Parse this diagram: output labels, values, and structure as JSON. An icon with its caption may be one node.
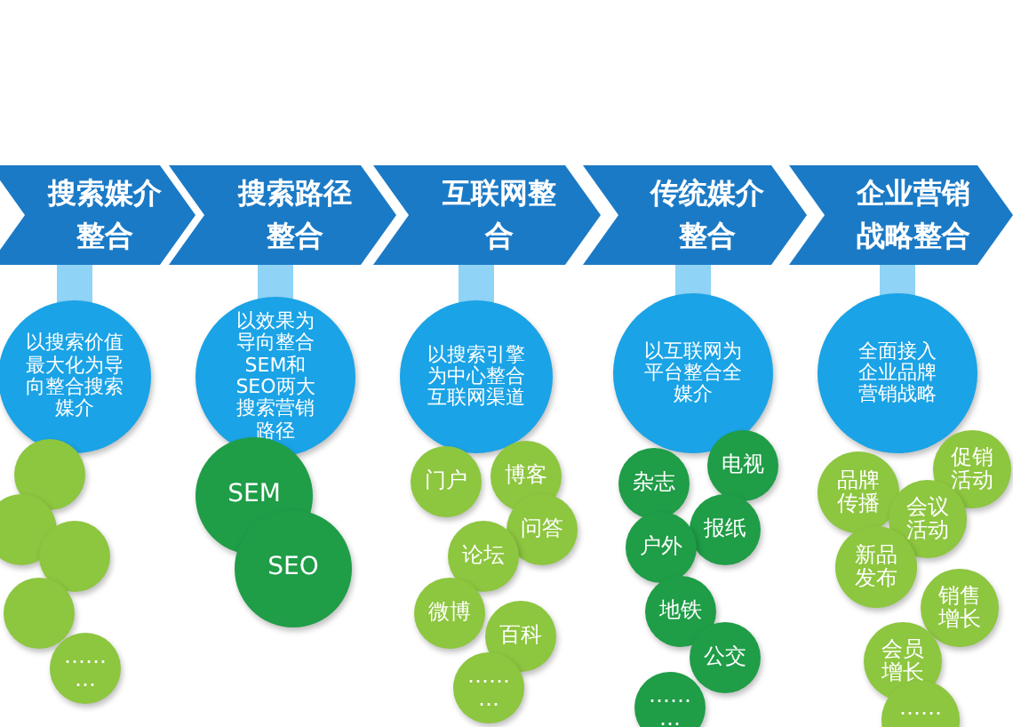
{
  "diagram": {
    "nodes": [
      {
        "text": [
          "搜索媒介整合"
        ]
      },
      {
        "text": [
          "以搜索价值最大化为导向整合搜索媒介"
        ]
      },
      {
        "text": [],
        "shape": "circle"
      },
      {
        "text": [],
        "shape": "circle"
      },
      {
        "text": [],
        "shape": "circle"
      },
      {
        "text": [],
        "shape": "circle"
      },
      {
        "text": [
          "………"
        ]
      },
      {
        "text": [
          "搜索路径整合"
        ]
      },
      {
        "text": [
          "以效果为导向整合SEM和SEO两大搜索营销路径"
        ]
      },
      {
        "text": [
          "SEM"
        ]
      },
      {
        "text": [
          "SEO"
        ]
      },
      {
        "text": [
          "互联网整合"
        ]
      },
      {
        "text": [
          "以搜索引擎为中心整合互联网渠道"
        ]
      },
      {
        "text": [
          "博客"
        ]
      },
      {
        "text": [
          "门户"
        ]
      },
      {
        "text": [
          "问答"
        ]
      },
      {
        "text": [
          "论坛"
        ]
      },
      {
        "text": [
          "微博"
        ]
      },
      {
        "text": [
          "百科"
        ]
      },
      {
        "text": [
          "………"
        ]
      },
      {
        "text": [
          "传统媒介整合"
        ]
      },
      {
        "text": [
          "以互联网为平台整合全媒介"
        ]
      },
      {
        "text": [
          "电视"
        ]
      },
      {
        "text": [
          "杂志"
        ]
      },
      {
        "text": [
          "报纸"
        ]
      },
      {
        "text": [
          "户外"
        ]
      },
      {
        "text": [
          "地铁"
        ]
      },
      {
        "text": [
          "公交"
        ]
      },
      {
        "text": [
          "………"
        ]
      },
      {
        "text": [
          "企业营销战略整合"
        ]
      },
      {
        "text": [
          "全面接入企业品牌营销战略"
        ]
      },
      {
        "text": [
          "促销活动"
        ]
      },
      {
        "text": [
          "品牌传播"
        ]
      },
      {
        "text": [
          "会议活动"
        ]
      },
      {
        "text": [
          "新品发布"
        ]
      },
      {
        "text": [
          "销售增长"
        ]
      },
      {
        "text": [
          "会员增长"
        ]
      },
      {
        "text": [
          "………"
        ]
      }
    ],
    "edges": [
      {
        "from": 0,
        "to": 1,
        "arrow": "none"
      },
      {
        "from": 7,
        "to": 8,
        "arrow": "none"
      },
      {
        "from": 11,
        "to": 12,
        "arrow": "none"
      },
      {
        "from": 20,
        "to": 21,
        "arrow": "none"
      },
      {
        "from": 29,
        "to": 30,
        "arrow": "none"
      }
    ]
  }
}
